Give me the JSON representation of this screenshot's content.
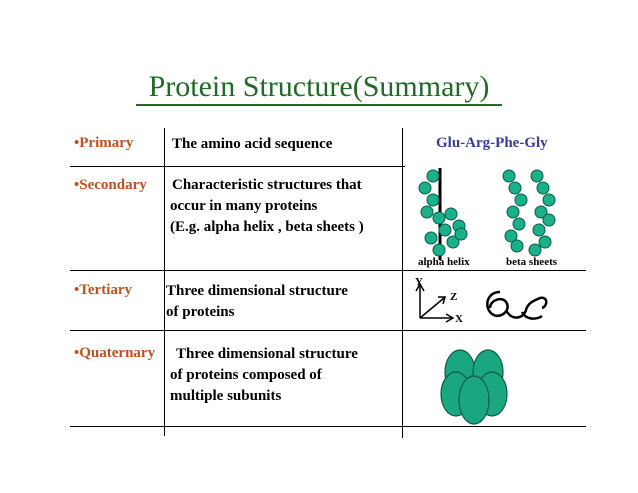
{
  "slide": {
    "title": "Protein Structure(Summary)",
    "rows": [
      {
        "label": "•Primary",
        "lines": [
          "The amino acid sequence"
        ],
        "extra": "Glu-Arg-Phe-Gly"
      },
      {
        "label": "•Secondary",
        "lines": [
          "Characteristic structures that",
          "occur in many proteins",
          "(E.g. alpha helix , beta sheets )"
        ]
      },
      {
        "label": "•Tertiary",
        "lines": [
          "Three dimensional structure",
          "of proteins"
        ]
      },
      {
        "label": "•Quaternary",
        "lines": [
          "Three dimensional structure",
          "of proteins composed of",
          "multiple subunits"
        ]
      }
    ],
    "figure_labels": {
      "alpha_helix": "alpha helix",
      "beta_sheets": "beta sheets",
      "axis_y": "Y",
      "axis_z": "Z",
      "axis_x": "X"
    }
  },
  "colors": {
    "title": "#1f6b25",
    "row_label": "#c0501f",
    "sequence": "#3a3aa0",
    "bead": "#19b08a",
    "subunit": "#1aa77f"
  }
}
